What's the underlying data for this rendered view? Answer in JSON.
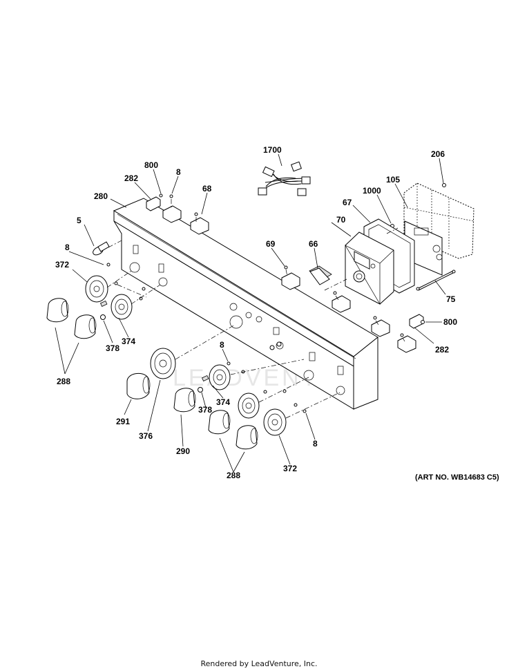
{
  "diagram": {
    "watermark": "LEADVENTURE",
    "art_number": "(ART NO. WB14683 C5)",
    "labels": {
      "l1700": "1700",
      "l206": "206",
      "l800a": "800",
      "l8a": "8",
      "l282a": "282",
      "l68": "68",
      "l280": "280",
      "l1000": "1000",
      "l105": "105",
      "l67": "67",
      "l5": "5",
      "l70": "70",
      "l69": "69",
      "l66": "66",
      "l8b": "8",
      "l372a": "372",
      "l75": "75",
      "l800b": "800",
      "l374a": "374",
      "l378a": "378",
      "l282b": "282",
      "l8c": "8",
      "l288a": "288",
      "l291": "291",
      "l374b": "374",
      "l378b": "378",
      "l376": "376",
      "l290": "290",
      "l8d": "8",
      "l288b": "288",
      "l372b": "372"
    }
  },
  "footer": {
    "text": "Rendered by LeadVenture, Inc."
  }
}
